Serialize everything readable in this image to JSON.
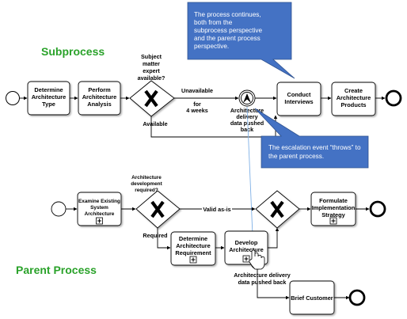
{
  "sections": {
    "subprocess": "Subprocess",
    "parent": "Parent Process"
  },
  "subprocess": {
    "determine_type": [
      "Determine",
      "Architecture",
      "Type"
    ],
    "perform_analysis": [
      "Perform",
      "Architecture",
      "Analysis"
    ],
    "gateway_question": [
      "Subject",
      "matter",
      "expert",
      "available?"
    ],
    "unavailable": [
      "Unavailable",
      "for",
      "4 weeks"
    ],
    "available": "Available",
    "escalation_label": [
      "Architecture",
      "delivery",
      "data pushed",
      "back"
    ],
    "conduct_interviews": [
      "Conduct",
      "Interviews"
    ],
    "create_products": [
      "Create",
      "Architecture",
      "Products"
    ]
  },
  "parent": {
    "examine_existing": [
      "Examine Existing",
      "System",
      "Architecture"
    ],
    "gateway_question": [
      "Architecture",
      "development",
      "required?"
    ],
    "valid_as_is": "Valid as-is",
    "required": "Required",
    "determine_requirement": [
      "Determine",
      "Architecture",
      "Requirement"
    ],
    "develop_architecture": [
      "Develop",
      "Architecture"
    ],
    "escalation_label": [
      "Architecture delivery",
      "data pushed back"
    ],
    "formulate_strategy": [
      "Formulate",
      "Implementation",
      "Strategy"
    ],
    "brief_customer": "Brief Customer"
  },
  "callouts": {
    "top": [
      "The process continues,",
      "both from the",
      "subprocess perspective",
      "and the parent process",
      "perspective."
    ],
    "bottom": [
      "The escalation event “throws” to",
      "the parent process."
    ]
  },
  "colors": {
    "callout_fill": "#4472c4",
    "callout_stroke": "#2f528f",
    "section_green": "#2aa22a",
    "gateway_fill": "#ffffff",
    "task_fill": "#ffffff"
  },
  "icons": {
    "gateway_marker": "x-exclusive-gateway-icon",
    "escalation_marker": "escalation-event-icon",
    "subprocess_marker": "collapsed-subprocess-plus-icon",
    "cursor": "hand-cursor-icon"
  }
}
